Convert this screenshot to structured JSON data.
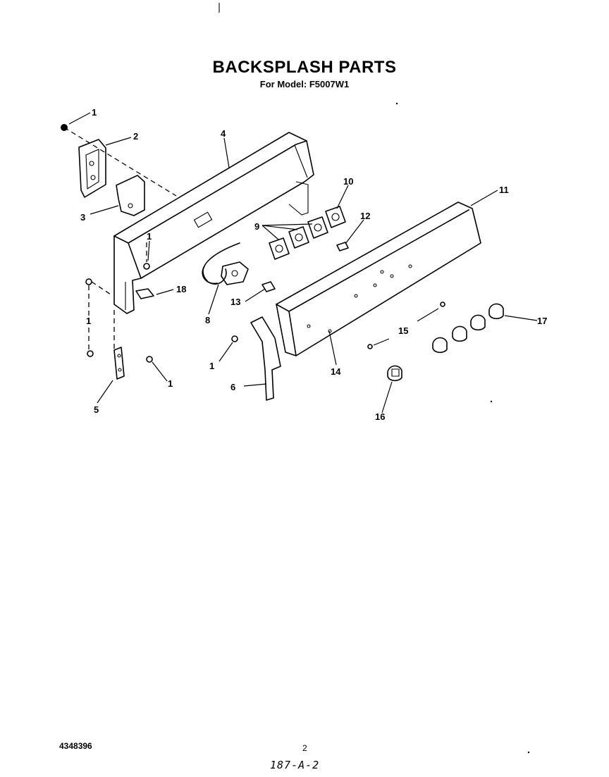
{
  "header": {
    "title": "BACKSPLASH PARTS",
    "model_line": "For Model: F5007W1"
  },
  "parts": [
    {
      "id": "p1a",
      "label": "1"
    },
    {
      "id": "p2",
      "label": "2"
    },
    {
      "id": "p3",
      "label": "3"
    },
    {
      "id": "p4",
      "label": "4"
    },
    {
      "id": "p1b",
      "label": "1"
    },
    {
      "id": "p18",
      "label": "18"
    },
    {
      "id": "p1c",
      "label": "1"
    },
    {
      "id": "p8",
      "label": "8"
    },
    {
      "id": "p9",
      "label": "9"
    },
    {
      "id": "p10",
      "label": "10"
    },
    {
      "id": "p12",
      "label": "12"
    },
    {
      "id": "p11",
      "label": "11"
    },
    {
      "id": "p13",
      "label": "13"
    },
    {
      "id": "p1d",
      "label": "1"
    },
    {
      "id": "p5",
      "label": "5"
    },
    {
      "id": "p1e",
      "label": "1"
    },
    {
      "id": "p6",
      "label": "6"
    },
    {
      "id": "p14",
      "label": "14"
    },
    {
      "id": "p15",
      "label": "15"
    },
    {
      "id": "p16",
      "label": "16"
    },
    {
      "id": "p17",
      "label": "17"
    }
  ],
  "footer": {
    "doc_number": "4348396",
    "page_number": "2",
    "handwritten_note": "187-A-2"
  }
}
